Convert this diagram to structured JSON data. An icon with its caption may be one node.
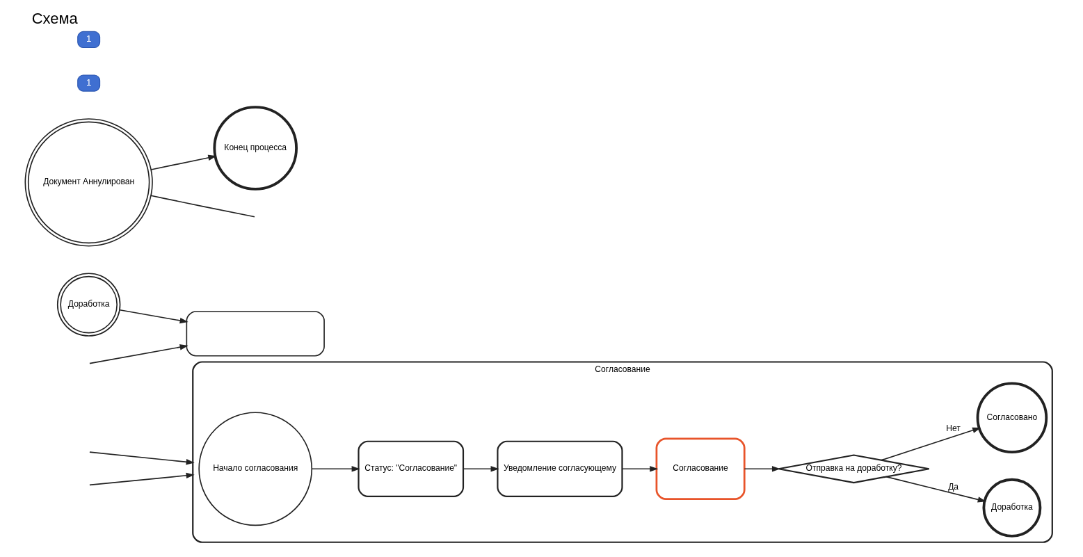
{
  "diagram": {
    "title": "Схема",
    "nodes": [
      {
        "text": [
          "Согласование"
        ]
      },
      {
        "text": [
          "Начало согласования"
        ],
        "in": 0
      },
      {
        "text": [
          "Статус: \"Согласование\""
        ],
        "in": 0
      },
      {
        "text": [
          "Уведомление согласующему"
        ],
        "in": 0
      },
      {
        "text": [
          "Согласование"
        ],
        "in": 0
      },
      {
        "text": [
          "Отправка на доработку?"
        ],
        "in": 0
      },
      {
        "text": [
          "Доработка"
        ],
        "in": 0
      },
      {
        "text": [
          "Согласовано"
        ],
        "in": 0
      },
      {
        "text": [
          "Доработка"
        ]
      },
      {
        "text": [
          "Документ Аннулирован"
        ]
      },
      {
        "text": [
          "Конец процесса"
        ]
      },
      {
        "text": [],
        "shape": "box"
      }
    ],
    "edges": [
      {
        "from": null,
        "to": 0,
        "arrow": "to"
      },
      {
        "from": null,
        "to": 0,
        "arrow": "to"
      },
      {
        "from": 1,
        "to": 2,
        "arrow": "to"
      },
      {
        "from": 2,
        "to": 3,
        "arrow": "to"
      },
      {
        "from": 3,
        "to": 4,
        "arrow": "to"
      },
      {
        "from": 4,
        "to": 5,
        "arrow": "to"
      },
      {
        "from": 5,
        "to": 6,
        "label": "Да",
        "arrow": "to"
      },
      {
        "from": 5,
        "to": 7,
        "label": "Нет",
        "arrow": "to"
      },
      {
        "from": 8,
        "to": 11,
        "arrow": "to"
      },
      {
        "from": 9,
        "to": 10,
        "arrow": "to"
      },
      {
        "from": 9,
        "to": null,
        "arrow": "none"
      },
      {
        "from": null,
        "to": 11,
        "arrow": "to"
      }
    ],
    "labels": [
      "1",
      "1"
    ]
  }
}
